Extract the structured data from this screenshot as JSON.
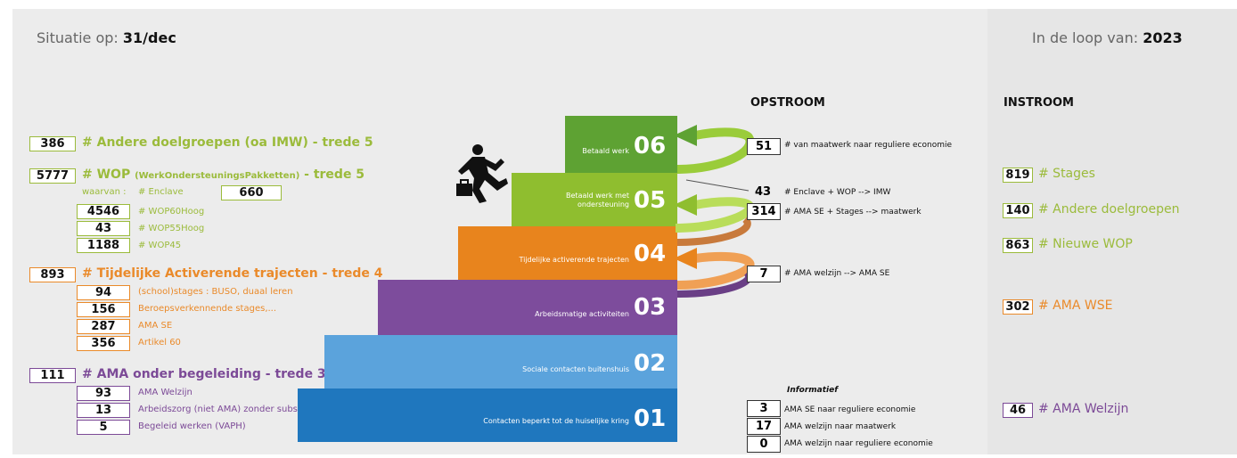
{
  "header": {
    "left_prefix": "Situatie op:",
    "left_value": "31/dec",
    "right_prefix": "In de loop van:",
    "right_value": "2023"
  },
  "colors": {
    "green": "#9bbb3b",
    "orange": "#ea8a2a",
    "purple": "#7c4a97",
    "step01": "#1f77be",
    "step02": "#5ba3dc",
    "step03": "#7d4c9c",
    "step04": "#e8841d",
    "step05": "#8fbe2f",
    "step06": "#5ea233"
  },
  "left": {
    "andere": {
      "value": "386",
      "label": "# Andere doelgroepen (oa IMW) - trede 5"
    },
    "wop": {
      "value": "5777",
      "label_pre": "# WOP",
      "label_small": "(WerkOndersteuningsPakketten)",
      "label_post": "- trede 5",
      "waarvan": "waarvan :",
      "enclave_label": "# Enclave",
      "enclave_value": "660",
      "items": [
        {
          "value": "4546",
          "label": "# WOP60Hoog"
        },
        {
          "value": "43",
          "label": "# WOP55Hoog"
        },
        {
          "value": "1188",
          "label": "# WOP45"
        }
      ]
    },
    "tat": {
      "value": "893",
      "label": "# Tijdelijke Activerende trajecten - trede 4",
      "items": [
        {
          "value": "94",
          "label": "(school)stages : BUSO, duaal leren"
        },
        {
          "value": "156",
          "label": "Beroepsverkennende stages,..."
        },
        {
          "value": "287",
          "label": "AMA SE"
        },
        {
          "value": "356",
          "label": "Artikel 60"
        }
      ]
    },
    "ama": {
      "value": "111",
      "label": "# AMA onder begeleiding - trede 3",
      "items": [
        {
          "value": "93",
          "label": "AMA Welzijn"
        },
        {
          "value": "13",
          "label": "Arbeidszorg (niet AMA) zonder subsidies"
        },
        {
          "value": "5",
          "label": "Begeleid werken (VAPH)"
        }
      ]
    }
  },
  "stairs": [
    {
      "num": "01",
      "label": "Contacten beperkt tot de huiselijke kring"
    },
    {
      "num": "02",
      "label": "Sociale contacten buitenshuis"
    },
    {
      "num": "03",
      "label": "Arbeidsmatige activiteiten"
    },
    {
      "num": "04",
      "label": "Tijdelijke activerende trajecten"
    },
    {
      "num": "05",
      "label_line1": "Betaald werk met",
      "label_line2": "ondersteuning"
    },
    {
      "num": "06",
      "label": "Betaald werk"
    }
  ],
  "opstroom": {
    "title": "OPSTROOM",
    "items": [
      {
        "value": "51",
        "label": "# van maatwerk naar reguliere economie"
      },
      {
        "value": "43",
        "label": "# Enclave + WOP --> IMW"
      },
      {
        "value": "314",
        "label": "# AMA SE + Stages  --> maatwerk"
      },
      {
        "value": "7",
        "label": "# AMA welzijn --> AMA SE"
      }
    ]
  },
  "informatief": {
    "title": "Informatief",
    "items": [
      {
        "value": "3",
        "label": "AMA SE naar reguliere economie"
      },
      {
        "value": "17",
        "label": "AMA welzijn naar maatwerk"
      },
      {
        "value": "0",
        "label": "AMA welzijn naar reguliere economie"
      }
    ]
  },
  "instroom": {
    "title": "INSTROOM",
    "items": [
      {
        "value": "819",
        "label": "# Stages"
      },
      {
        "value": "140",
        "label": "# Andere doelgroepen"
      },
      {
        "value": "863",
        "label": "# Nieuwe WOP"
      },
      {
        "value": "302",
        "label": "# AMA WSE"
      },
      {
        "value": "46",
        "label": "# AMA Welzijn"
      }
    ]
  }
}
